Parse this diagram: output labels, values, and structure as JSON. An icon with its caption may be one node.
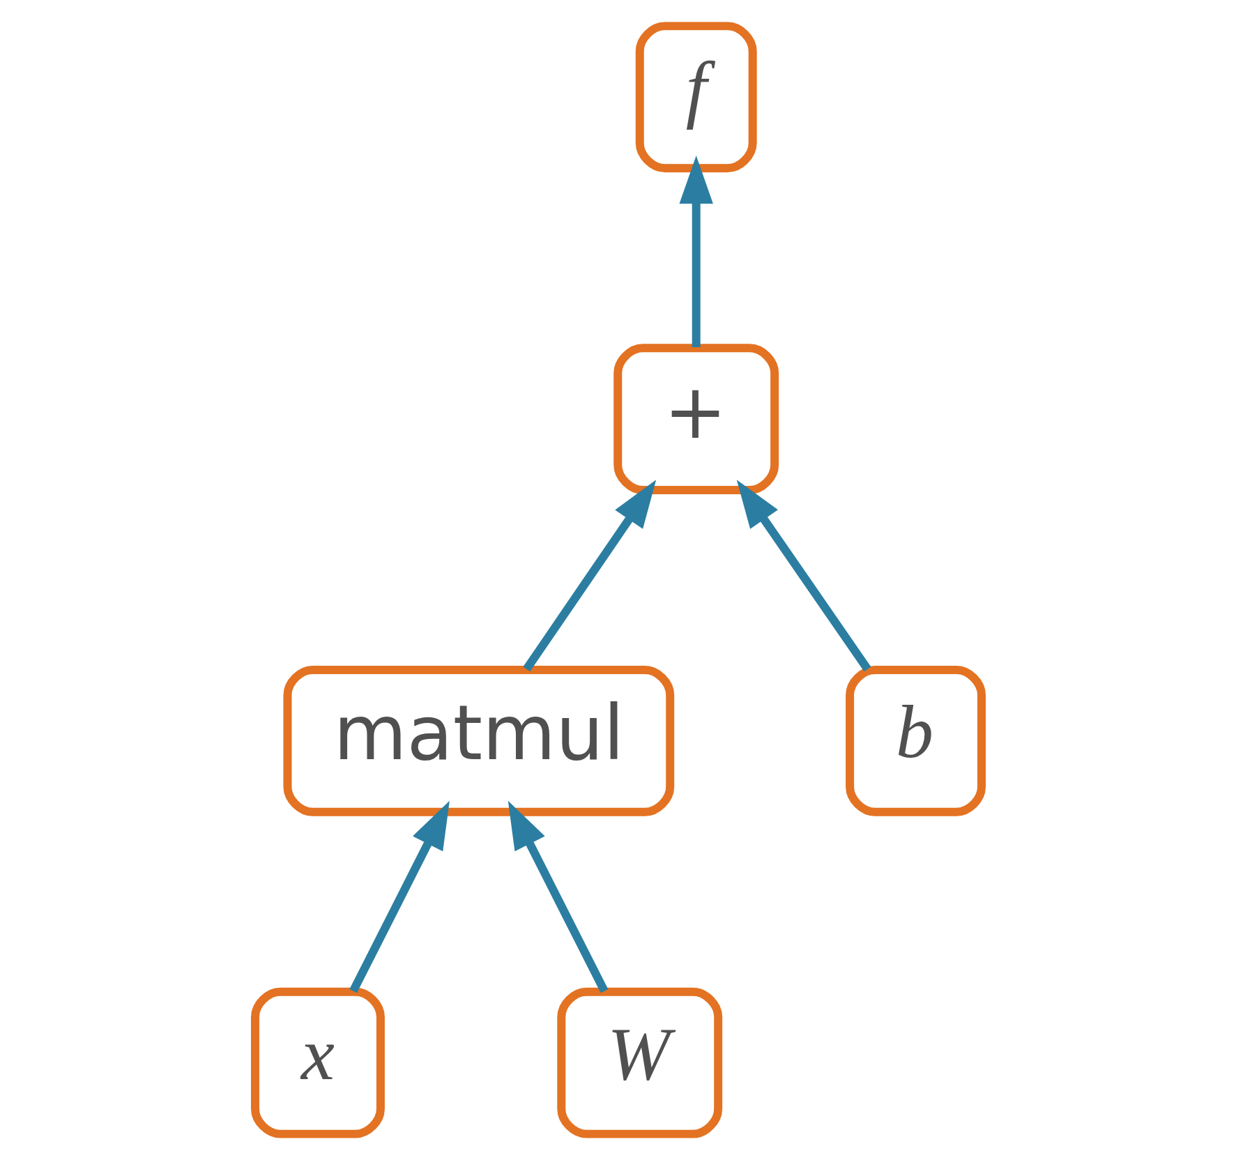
{
  "diagram": {
    "nodes": [
      {
        "text": [
          "f"
        ]
      },
      {
        "text": [
          "+"
        ]
      },
      {
        "text": [
          "matmul"
        ]
      },
      {
        "text": [
          "b"
        ]
      },
      {
        "text": [
          "x"
        ]
      },
      {
        "text": [
          "W"
        ]
      }
    ],
    "edges": [
      {
        "from": 4,
        "to": 2,
        "arrow": "to"
      },
      {
        "from": 5,
        "to": 2,
        "arrow": "to"
      },
      {
        "from": 2,
        "to": 1,
        "arrow": "to"
      },
      {
        "from": 3,
        "to": 1,
        "arrow": "to"
      },
      {
        "from": 1,
        "to": 0,
        "arrow": "to"
      }
    ]
  }
}
